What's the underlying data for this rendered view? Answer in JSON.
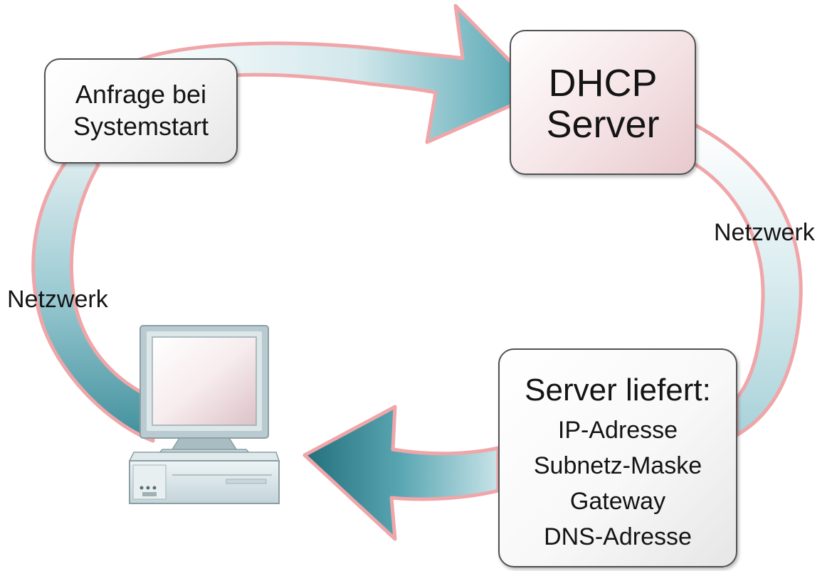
{
  "nodes": {
    "request": {
      "lines": [
        "Anfrage bei",
        "Systemstart"
      ]
    },
    "dhcp_server": {
      "lines": [
        "DHCP",
        "Server"
      ]
    },
    "response": {
      "heading": "Server liefert:",
      "items": [
        "IP-Adresse",
        "Subnetz-Maske",
        "Gateway",
        "DNS-Adresse"
      ]
    }
  },
  "links": {
    "left": "Netzwerk",
    "right": "Netzwerk"
  },
  "colors": {
    "arrow_dark": "#2f8491",
    "arrow_light": "#cfe6ea",
    "arrow_outline": "#f0a6a9",
    "server_tint": "#e7c9cc"
  },
  "icons": [
    "computer-icon"
  ]
}
